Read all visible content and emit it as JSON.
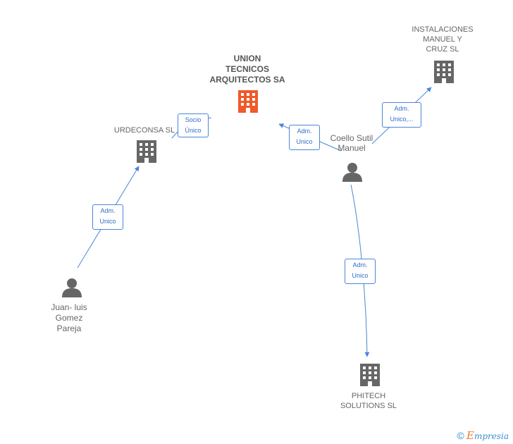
{
  "nodes": {
    "union": {
      "label": "UNION\nTECNICOS\nARQUITECTOS SA",
      "type": "company",
      "color": "#ef5a2a"
    },
    "urdeconsa": {
      "label": "URDECONSA SL",
      "type": "company",
      "color": "#666666"
    },
    "instalaciones": {
      "label": "INSTALACIONES\nMANUEL Y\nCRUZ SL",
      "type": "company",
      "color": "#666666"
    },
    "phitech": {
      "label": "PHITECH\nSOLUTIONS SL",
      "type": "company",
      "color": "#666666"
    },
    "coello": {
      "label": "Coello Sutil\nManuel",
      "type": "person",
      "color": "#666666"
    },
    "juan": {
      "label": "Juan- luis\nGomez\nPareja",
      "type": "person",
      "color": "#666666"
    }
  },
  "edges": {
    "urdeconsa_union": {
      "label": [
        "Socio",
        "Único"
      ]
    },
    "juan_urdeconsa": {
      "label": [
        "Adm.",
        "Unico"
      ]
    },
    "coello_union": {
      "label": [
        "Adm.",
        "Unico"
      ]
    },
    "coello_instalaciones": {
      "label": [
        "Adm.",
        "Unico,..."
      ]
    },
    "coello_phitech": {
      "label": [
        "Adm.",
        "Unico"
      ]
    }
  },
  "colors": {
    "edge": "#4a86d8",
    "edge_label_text": "#2f6fc4"
  },
  "watermark": {
    "symbol": "©",
    "brand_initial": "E",
    "brand_rest": "mpresia"
  }
}
